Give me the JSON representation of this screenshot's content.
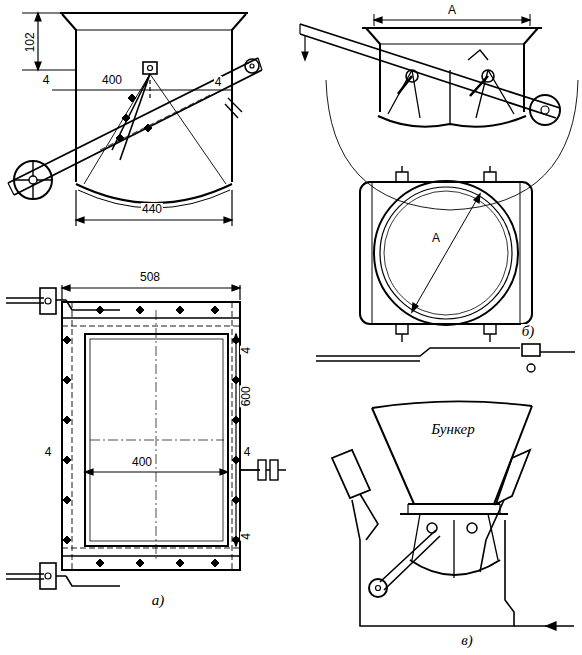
{
  "diagram": {
    "labels": [
      "102",
      "4",
      "400",
      "4",
      "440",
      "508",
      "4",
      "600",
      "4",
      "400",
      "4",
      "4",
      "A",
      "A",
      "б)",
      "а)",
      "Бункер",
      "в)"
    ]
  }
}
